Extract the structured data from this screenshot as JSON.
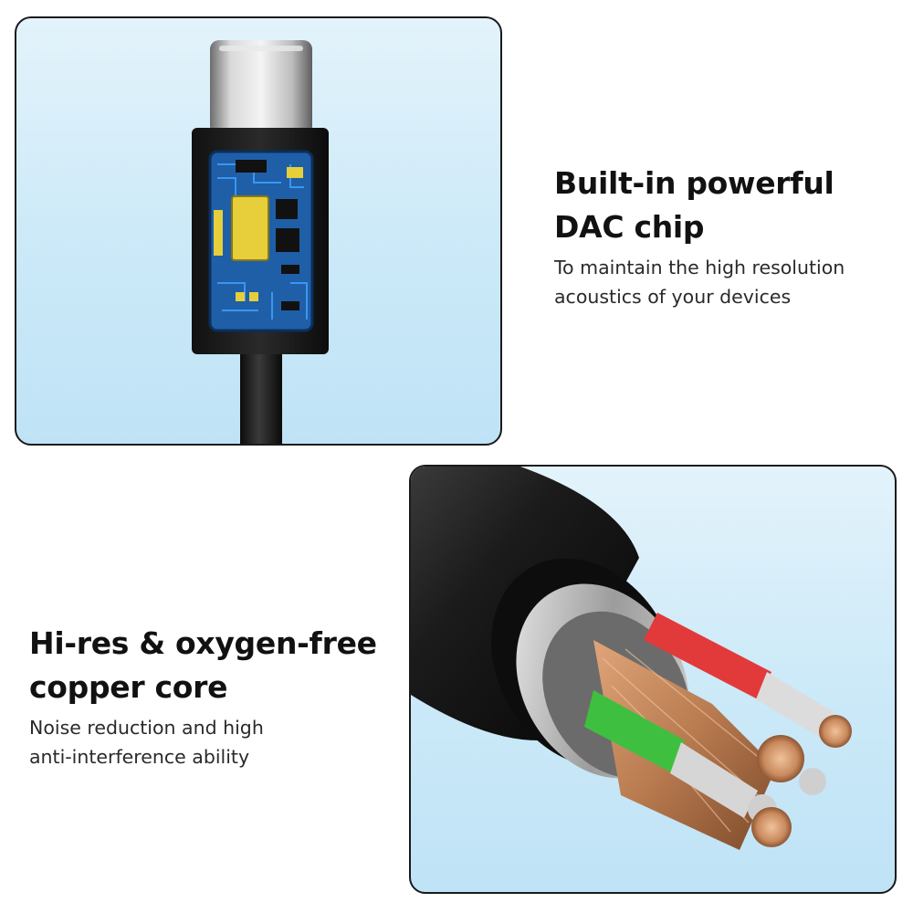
{
  "features": [
    {
      "title_line1": "Built-in powerful",
      "title_line2": "DAC chip",
      "desc_line1": "To maintain the high resolution",
      "desc_line2": "acoustics of your devices"
    },
    {
      "title_line1": "Hi-res & oxygen-free",
      "title_line2": "copper core",
      "desc_line1": "Noise reduction and high",
      "desc_line2": "anti-interference ability"
    }
  ],
  "images": {
    "top": "usb-c-connector-with-dac-chip",
    "bottom": "cable-cross-section-copper-core"
  },
  "colors": {
    "panel_bg": "#cbe9f8",
    "panel_border": "#1a1a1a",
    "text": "#111111",
    "copper": "#c98a5e",
    "wire_red": "#e23a3a",
    "wire_green": "#3fbf3f"
  }
}
